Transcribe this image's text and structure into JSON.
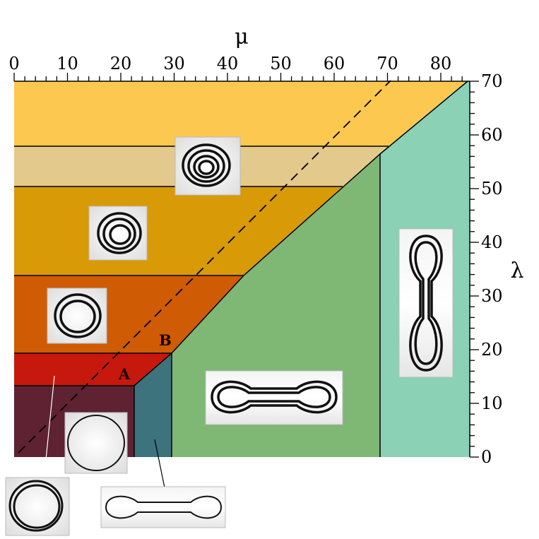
{
  "axes": {
    "top_label": "μ",
    "right_label": "λ",
    "mu_ticks": [
      "0",
      "10",
      "20",
      "30",
      "40",
      "50",
      "60",
      "70",
      "80"
    ],
    "lambda_ticks": [
      "0",
      "10",
      "20",
      "30",
      "40",
      "50",
      "60",
      "70"
    ],
    "mu_range": [
      0,
      86
    ],
    "lambda_range": [
      0,
      70
    ]
  },
  "points": {
    "A": "A",
    "B": "B"
  },
  "regions": [
    {
      "id": "region-single-ring",
      "color": "#5e2233"
    },
    {
      "id": "region-dumbbell-small",
      "color": "#3c737c"
    },
    {
      "id": "region-double-ring",
      "color": "#c7180e"
    },
    {
      "id": "region-triple-ring",
      "color": "#cf5b05"
    },
    {
      "id": "region-quad-ring",
      "color": "#d99a08"
    },
    {
      "id": "region-five-ring",
      "color": "#e3c98c"
    },
    {
      "id": "region-top",
      "color": "#fdc84f"
    },
    {
      "id": "region-dumbbell-large",
      "color": "#7fb774"
    },
    {
      "id": "region-vertical-figure8",
      "color": "#8ad1b5"
    }
  ],
  "phase_boundary": {
    "style": "dashed",
    "from": [
      0,
      1
    ],
    "to": [
      70,
      70
    ]
  }
}
